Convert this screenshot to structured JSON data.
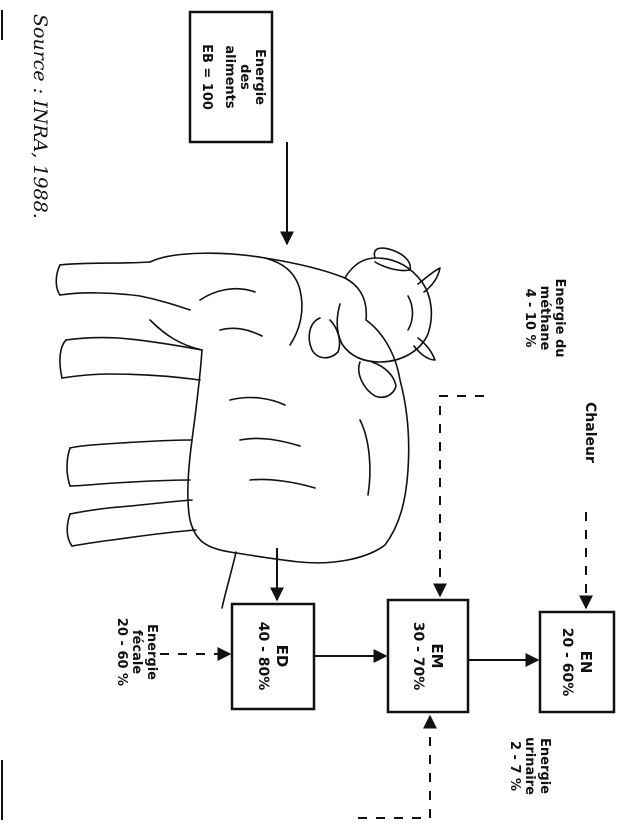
{
  "source": "Source : INRA, 1988.",
  "boxes": {
    "eb": {
      "line1": "Energie",
      "line2": "des",
      "line3": "aliments",
      "line4": "EB = 100"
    },
    "ed": {
      "label": "ED",
      "range": "40 - 80%"
    },
    "em": {
      "label": "EM",
      "range": "30 - 70%"
    },
    "en": {
      "label": "EN",
      "range": "20 - 60%"
    }
  },
  "losses": {
    "methane": {
      "line1": "Energie du",
      "line2": "méthane",
      "line3": "4 - 10 %"
    },
    "heat": {
      "line1": "Chaleur"
    },
    "fecal": {
      "line1": "Energie",
      "line2": "fécale",
      "line3": "20 - 60 %"
    },
    "urinary": {
      "line1": "Energie",
      "line2": "urinaire",
      "line3": "2 - 7 %"
    }
  }
}
